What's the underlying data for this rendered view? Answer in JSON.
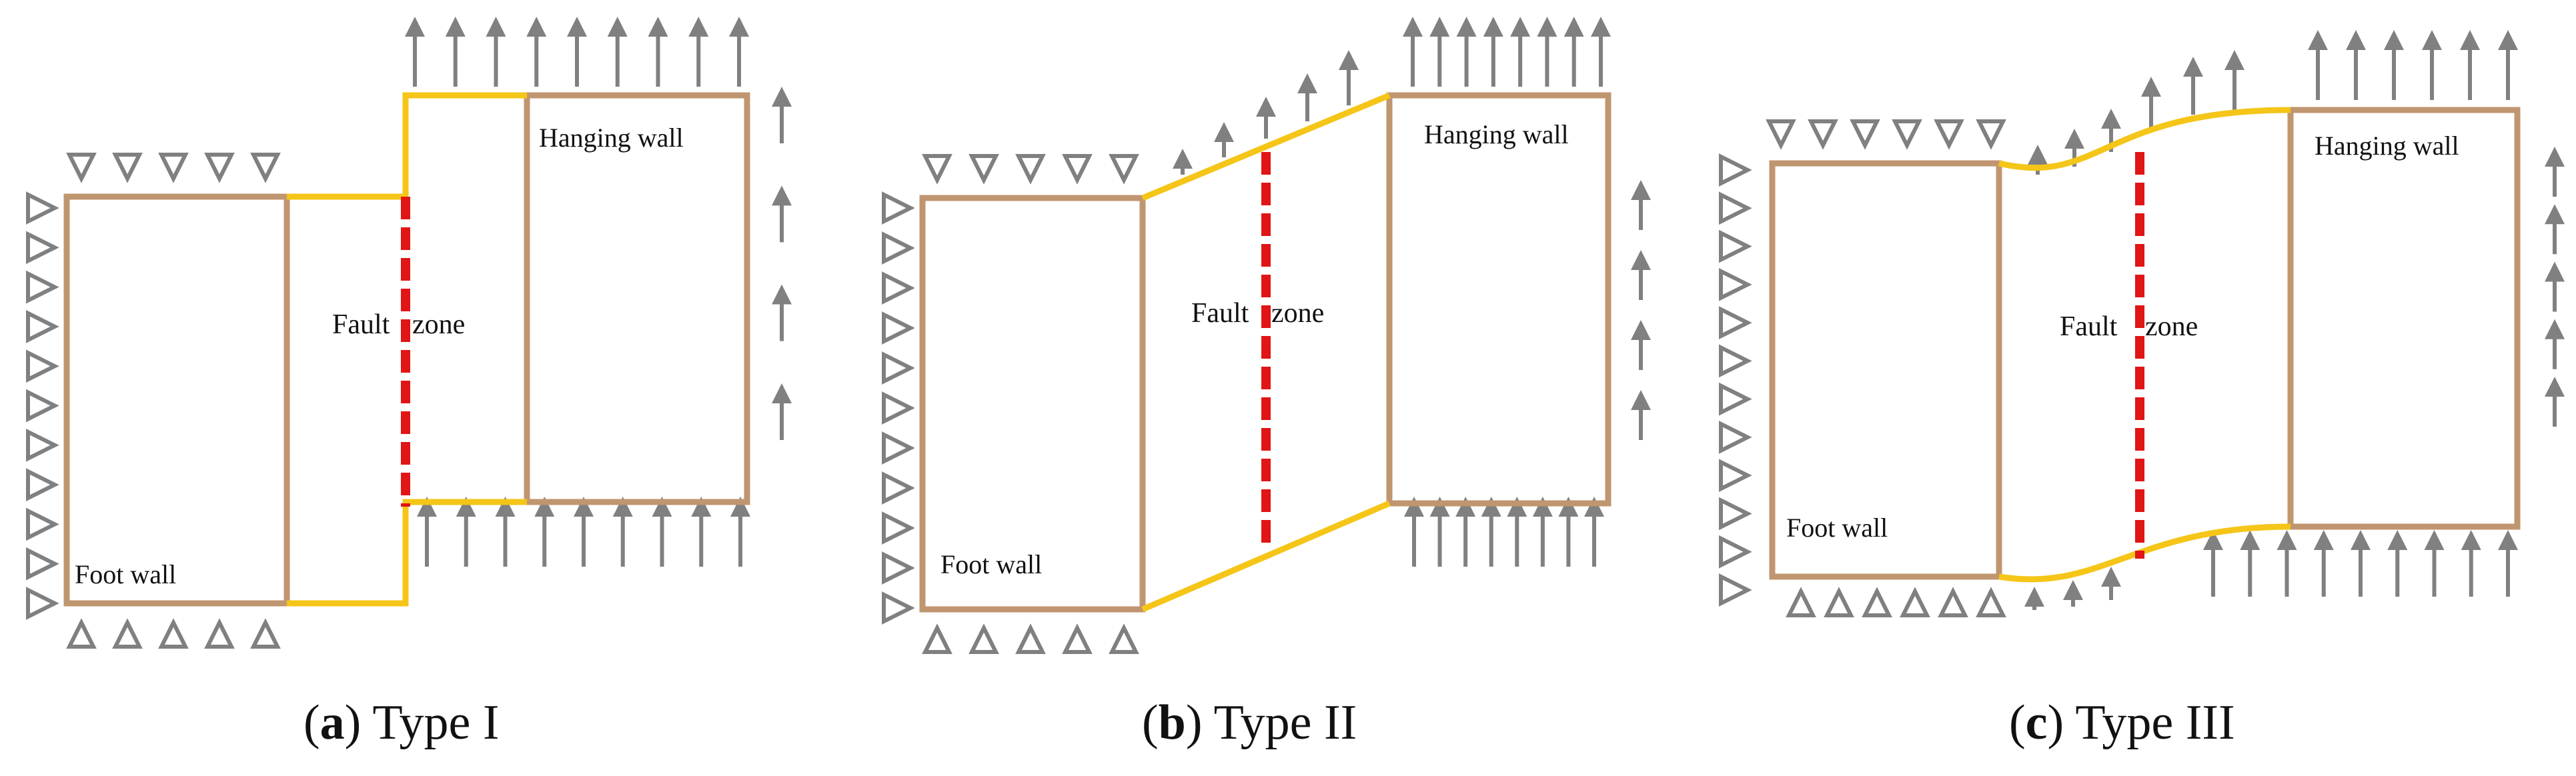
{
  "colors": {
    "wall": "#c09670",
    "fault_edge": "#f5c518",
    "fault_line": "#e01515",
    "support": "#808080"
  },
  "labels": {
    "foot_wall": "Foot wall",
    "hanging_wall": "Hanging wall",
    "fault": "Fault",
    "zone": "zone"
  },
  "panels": [
    {
      "letter": "a",
      "title": "Type I"
    },
    {
      "letter": "b",
      "title": "Type II"
    },
    {
      "letter": "c",
      "title": "Type III"
    }
  ]
}
